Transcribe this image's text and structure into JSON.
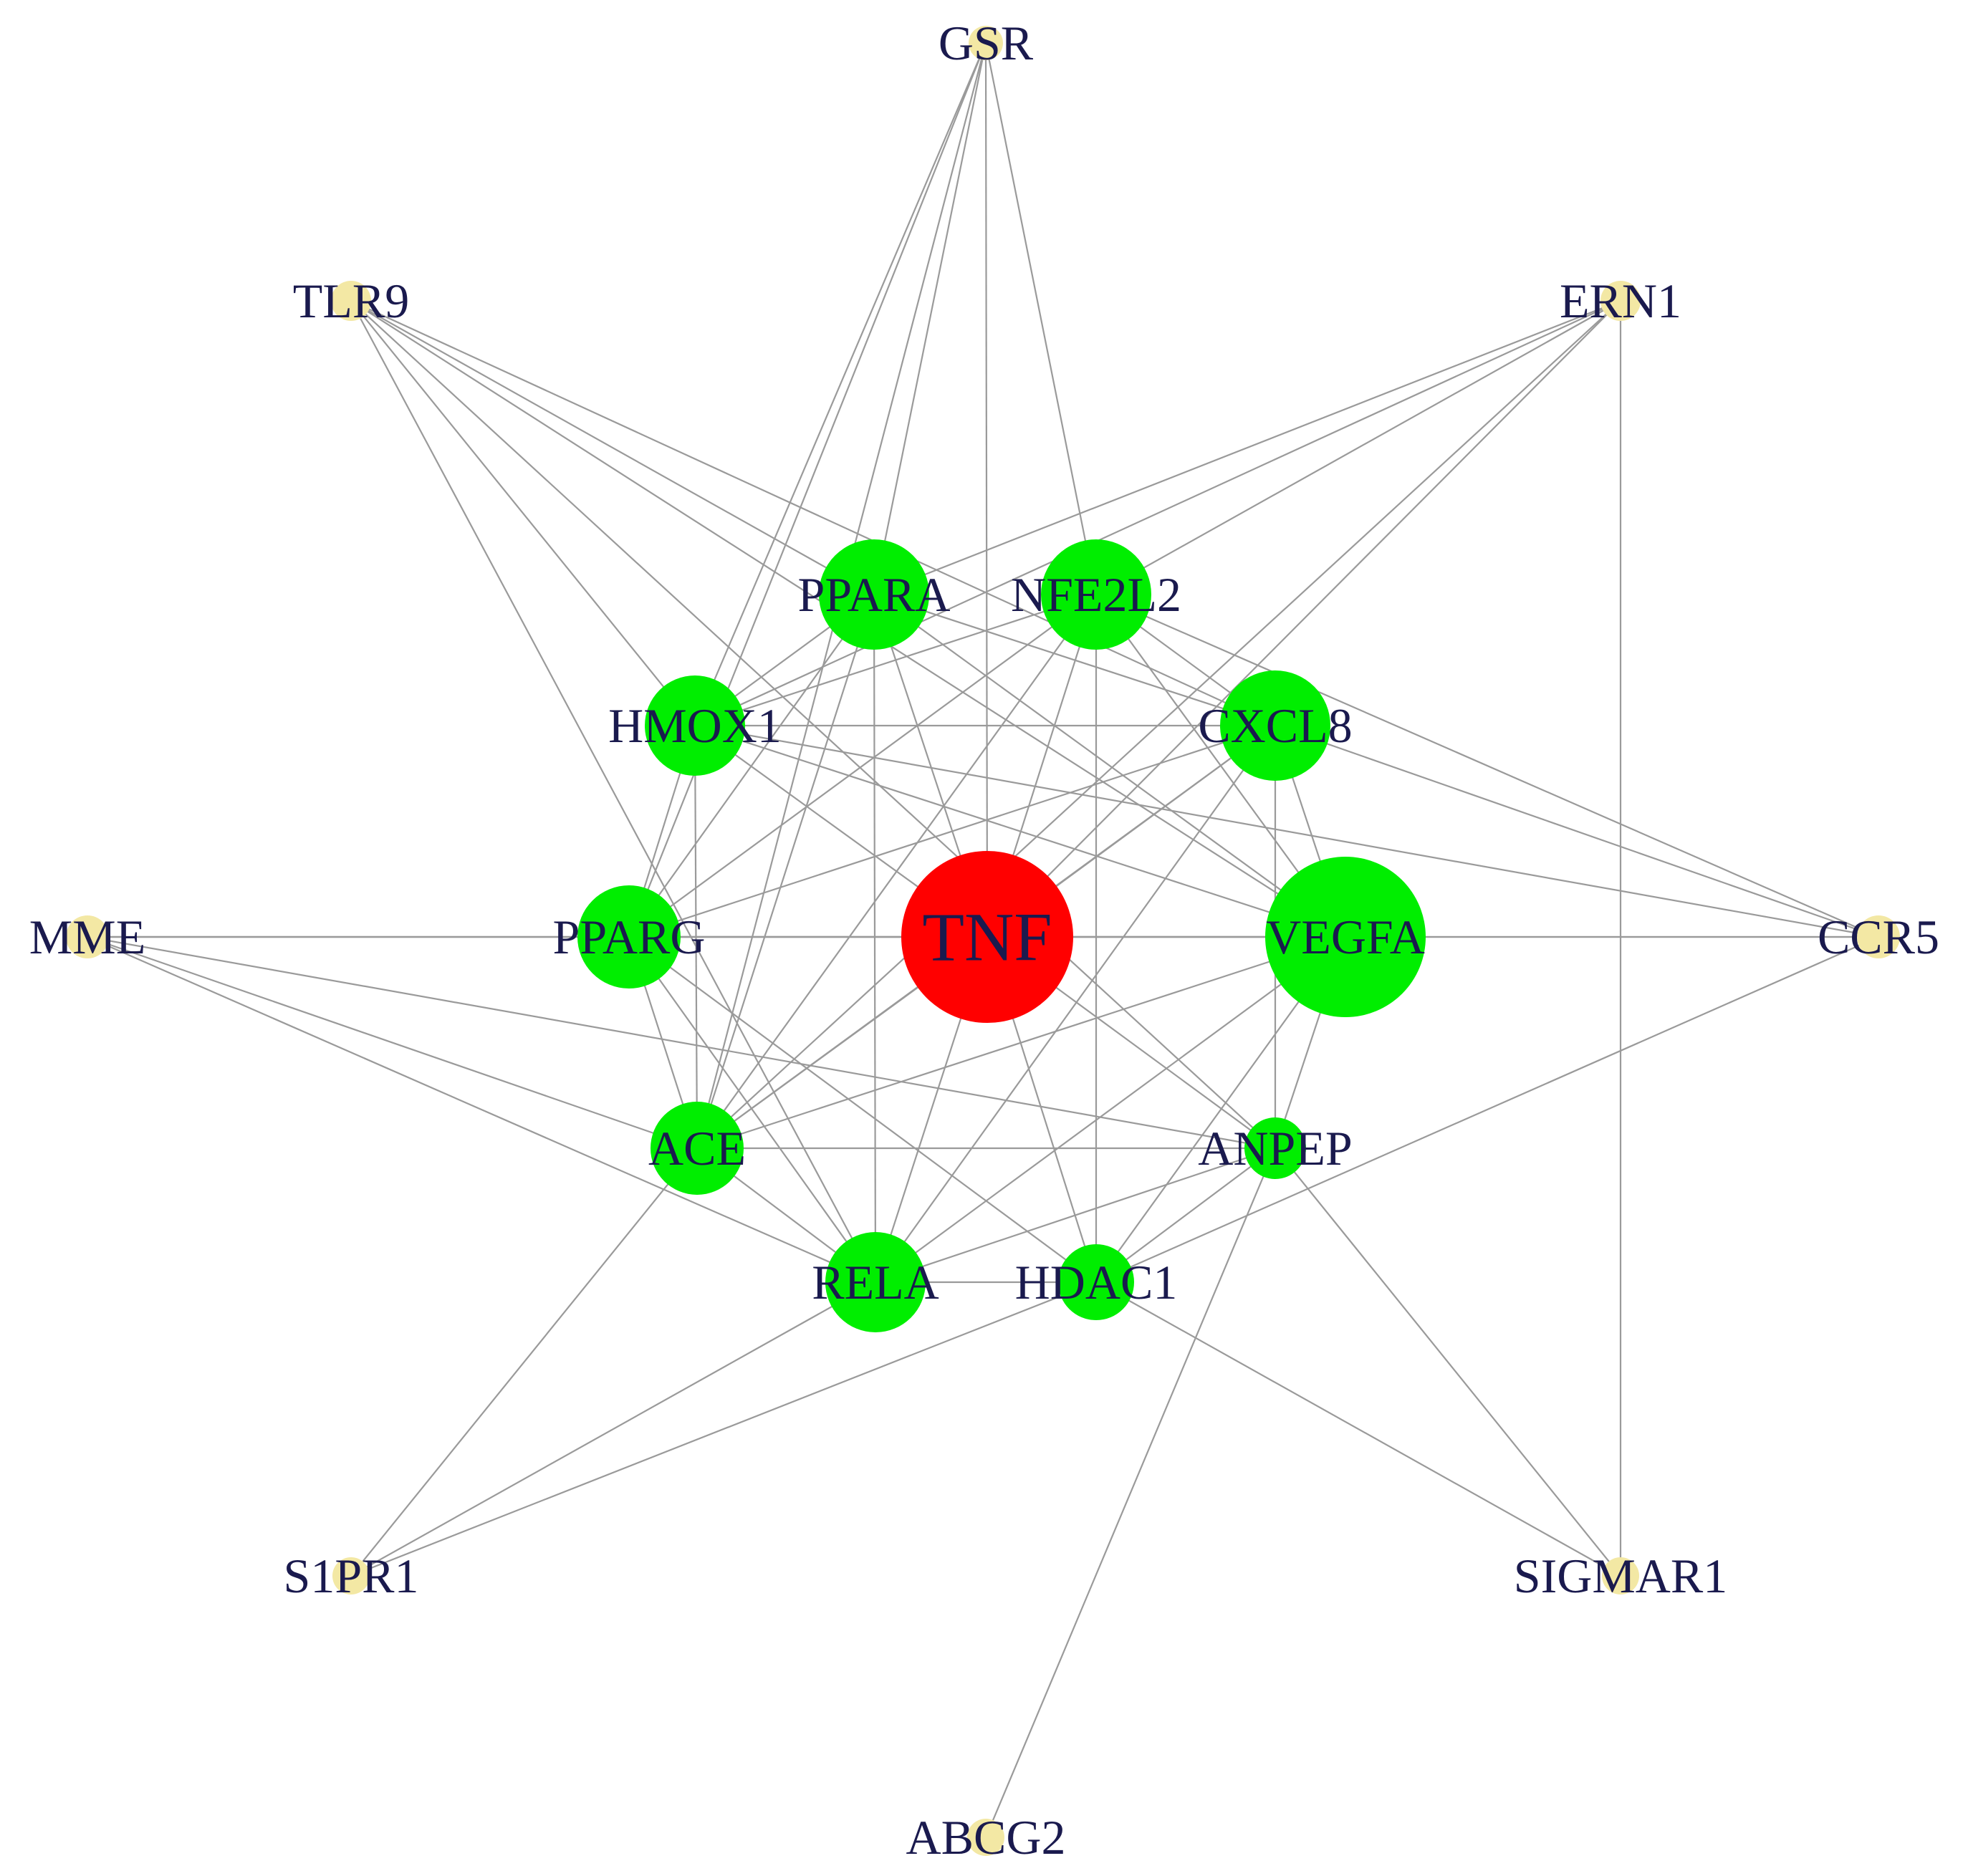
{
  "network": {
    "colors": {
      "hub": "#ff0000",
      "core": "#00ee00",
      "peripheral": "#f3e8a4",
      "edge": "#9a9a9a",
      "label": "#1a1a4e"
    },
    "nodes": [
      {
        "id": "TNF",
        "label": "TNF",
        "tier": "hub"
      },
      {
        "id": "VEGFA",
        "label": "VEGFA",
        "tier": "core"
      },
      {
        "id": "PPARA",
        "label": "PPARA",
        "tier": "core"
      },
      {
        "id": "NFE2L2",
        "label": "NFE2L2",
        "tier": "core"
      },
      {
        "id": "HMOX1",
        "label": "HMOX1",
        "tier": "core"
      },
      {
        "id": "CXCL8",
        "label": "CXCL8",
        "tier": "core"
      },
      {
        "id": "PPARG",
        "label": "PPARG",
        "tier": "core"
      },
      {
        "id": "ACE",
        "label": "ACE",
        "tier": "core"
      },
      {
        "id": "ANPEP",
        "label": "ANPEP",
        "tier": "core"
      },
      {
        "id": "RELA",
        "label": "RELA",
        "tier": "core"
      },
      {
        "id": "HDAC1",
        "label": "HDAC1",
        "tier": "core"
      },
      {
        "id": "GSR",
        "label": "GSR",
        "tier": "peripheral"
      },
      {
        "id": "TLR9",
        "label": "TLR9",
        "tier": "peripheral"
      },
      {
        "id": "ERN1",
        "label": "ERN1",
        "tier": "peripheral"
      },
      {
        "id": "MME",
        "label": "MME",
        "tier": "peripheral"
      },
      {
        "id": "CCR5",
        "label": "CCR5",
        "tier": "peripheral"
      },
      {
        "id": "S1PR1",
        "label": "S1PR1",
        "tier": "peripheral"
      },
      {
        "id": "SIGMAR1",
        "label": "SIGMAR1",
        "tier": "peripheral"
      },
      {
        "id": "ABCG2",
        "label": "ABCG2",
        "tier": "peripheral"
      }
    ],
    "edges": [
      [
        "GSR",
        "HMOX1"
      ],
      [
        "GSR",
        "PPARA"
      ],
      [
        "GSR",
        "NFE2L2"
      ],
      [
        "GSR",
        "TNF"
      ],
      [
        "GSR",
        "ACE"
      ],
      [
        "GSR",
        "PPARG"
      ],
      [
        "TLR9",
        "HMOX1"
      ],
      [
        "TLR9",
        "PPARA"
      ],
      [
        "TLR9",
        "CXCL8"
      ],
      [
        "TLR9",
        "VEGFA"
      ],
      [
        "TLR9",
        "ANPEP"
      ],
      [
        "TLR9",
        "RELA"
      ],
      [
        "ERN1",
        "HMOX1"
      ],
      [
        "ERN1",
        "PPARA"
      ],
      [
        "ERN1",
        "NFE2L2"
      ],
      [
        "ERN1",
        "TNF"
      ],
      [
        "ERN1",
        "ACE"
      ],
      [
        "ERN1",
        "SIGMAR1"
      ],
      [
        "MME",
        "PPARG"
      ],
      [
        "MME",
        "TNF"
      ],
      [
        "MME",
        "VEGFA"
      ],
      [
        "MME",
        "ACE"
      ],
      [
        "MME",
        "ANPEP"
      ],
      [
        "MME",
        "RELA"
      ],
      [
        "CCR5",
        "VEGFA"
      ],
      [
        "CCR5",
        "TNF"
      ],
      [
        "CCR5",
        "HMOX1"
      ],
      [
        "CCR5",
        "CXCL8"
      ],
      [
        "CCR5",
        "NFE2L2"
      ],
      [
        "CCR5",
        "HDAC1"
      ],
      [
        "S1PR1",
        "ACE"
      ],
      [
        "S1PR1",
        "HDAC1"
      ],
      [
        "S1PR1",
        "RELA"
      ],
      [
        "SIGMAR1",
        "ANPEP"
      ],
      [
        "SIGMAR1",
        "HDAC1"
      ],
      [
        "ABCG2",
        "ANPEP"
      ],
      [
        "TNF",
        "PPARA"
      ],
      [
        "TNF",
        "NFE2L2"
      ],
      [
        "TNF",
        "HMOX1"
      ],
      [
        "TNF",
        "CXCL8"
      ],
      [
        "TNF",
        "PPARG"
      ],
      [
        "TNF",
        "VEGFA"
      ],
      [
        "TNF",
        "ACE"
      ],
      [
        "TNF",
        "ANPEP"
      ],
      [
        "TNF",
        "RELA"
      ],
      [
        "TNF",
        "HDAC1"
      ],
      [
        "PPARA",
        "HMOX1"
      ],
      [
        "PPARA",
        "CXCL8"
      ],
      [
        "PPARA",
        "PPARG"
      ],
      [
        "PPARA",
        "VEGFA"
      ],
      [
        "PPARA",
        "ACE"
      ],
      [
        "PPARA",
        "RELA"
      ],
      [
        "NFE2L2",
        "HMOX1"
      ],
      [
        "NFE2L2",
        "CXCL8"
      ],
      [
        "NFE2L2",
        "PPARG"
      ],
      [
        "NFE2L2",
        "VEGFA"
      ],
      [
        "NFE2L2",
        "HDAC1"
      ],
      [
        "NFE2L2",
        "ACE"
      ],
      [
        "HMOX1",
        "CXCL8"
      ],
      [
        "HMOX1",
        "PPARG"
      ],
      [
        "HMOX1",
        "ACE"
      ],
      [
        "HMOX1",
        "VEGFA"
      ],
      [
        "CXCL8",
        "PPARG"
      ],
      [
        "CXCL8",
        "VEGFA"
      ],
      [
        "CXCL8",
        "ANPEP"
      ],
      [
        "CXCL8",
        "ACE"
      ],
      [
        "CXCL8",
        "RELA"
      ],
      [
        "PPARG",
        "VEGFA"
      ],
      [
        "PPARG",
        "ACE"
      ],
      [
        "PPARG",
        "RELA"
      ],
      [
        "PPARG",
        "HDAC1"
      ],
      [
        "VEGFA",
        "ACE"
      ],
      [
        "VEGFA",
        "ANPEP"
      ],
      [
        "VEGFA",
        "RELA"
      ],
      [
        "VEGFA",
        "HDAC1"
      ],
      [
        "ACE",
        "ANPEP"
      ],
      [
        "ACE",
        "RELA"
      ],
      [
        "ANPEP",
        "HDAC1"
      ],
      [
        "ANPEP",
        "RELA"
      ],
      [
        "RELA",
        "HDAC1"
      ]
    ]
  }
}
